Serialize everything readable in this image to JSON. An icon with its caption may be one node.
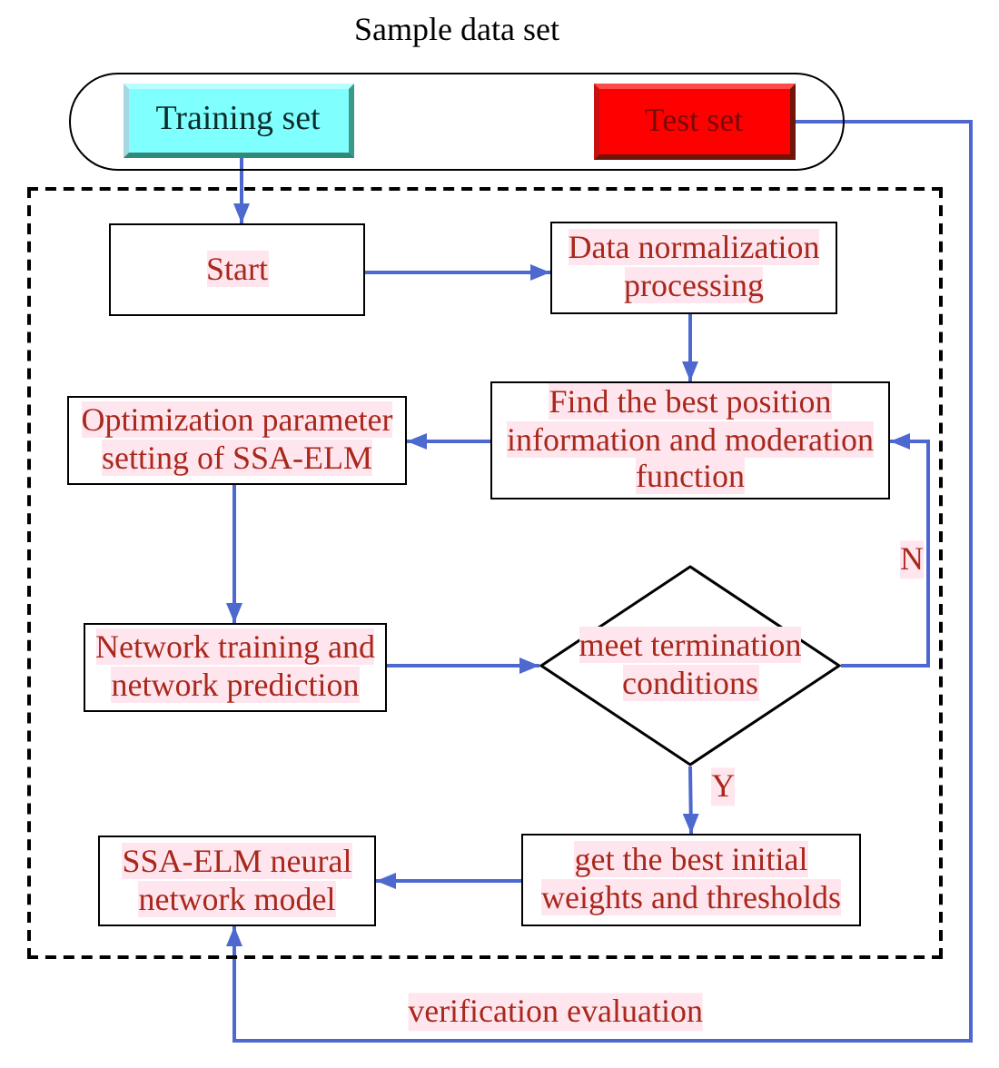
{
  "diagram": {
    "nodes": [
      {
        "text": [
          "Sample data set"
        ]
      },
      {
        "text": [
          "Training set"
        ],
        "in": 0
      },
      {
        "text": [
          "Test set"
        ],
        "in": 0
      },
      {
        "text": [],
        "shape": "box"
      },
      {
        "text": [
          "Start"
        ],
        "in": 3
      },
      {
        "text": [
          "Data normalization processing"
        ],
        "in": 3
      },
      {
        "text": [
          "Optimization parameter setting of SSA-ELM"
        ],
        "in": 3
      },
      {
        "text": [
          "Find the best position information and moderation function"
        ],
        "in": 3
      },
      {
        "text": [
          "Network training and network prediction"
        ],
        "in": 3
      },
      {
        "text": [
          "meet termination conditions"
        ],
        "in": 3
      },
      {
        "text": [
          "SSA-ELM neural network model"
        ],
        "in": 3
      },
      {
        "text": [
          "get the best initial weights and thresholds"
        ],
        "in": 3
      }
    ],
    "edges": [
      {
        "from": 1,
        "to": 4,
        "arrow": "to"
      },
      {
        "from": 4,
        "to": 5,
        "arrow": "to"
      },
      {
        "from": 5,
        "to": 7,
        "arrow": "to"
      },
      {
        "from": 7,
        "to": 6,
        "arrow": "to"
      },
      {
        "from": 6,
        "to": 8,
        "arrow": "to"
      },
      {
        "from": 8,
        "to": 9,
        "arrow": "to"
      },
      {
        "from": 9,
        "to": 7,
        "arrow": "to",
        "label": "N"
      },
      {
        "from": 9,
        "to": 11,
        "arrow": "to",
        "label": "Y"
      },
      {
        "from": 11,
        "to": 10,
        "arrow": "to"
      },
      {
        "from": 2,
        "to": 10,
        "arrow": "to",
        "label": "verification evaluation"
      }
    ]
  }
}
